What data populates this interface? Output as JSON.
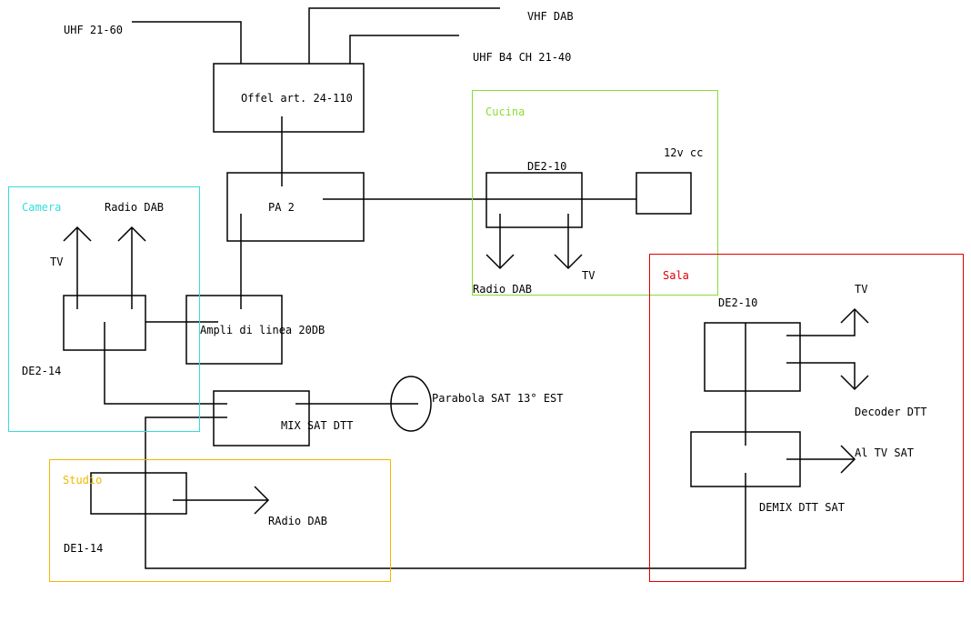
{
  "antennas": {
    "uhf_21_60": "UHF 21-60",
    "vhf_dab": "VHF DAB",
    "uhf_b4": "UHF B4 CH 21-40"
  },
  "components": {
    "offel": "Offel art. 24-110",
    "pa2": "PA 2",
    "ampli": "Ampli di linea 20DB",
    "mix": "MIX SAT DTT",
    "parabola": "Parabola SAT 13° EST",
    "psu": "12v cc"
  },
  "rooms": {
    "camera": {
      "title": "Camera",
      "color": "#33dddd",
      "splitter": "DE2-14",
      "out_tv": "TV",
      "out_radio": "Radio DAB"
    },
    "cucina": {
      "title": "Cucina",
      "color": "#88dd33",
      "splitter": "DE2-10",
      "out_radio": "Radio DAB",
      "out_tv": "TV"
    },
    "studio": {
      "title": "Studio",
      "color": "#f0b800",
      "splitter": "DE1-14",
      "out_radio": "RAdio DAB"
    },
    "sala": {
      "title": "Sala",
      "color": "#dd0000",
      "splitter": "DE2-10",
      "out_tv": "TV",
      "out_decoder": "Decoder DTT",
      "out_tv_sat": "Al TV SAT",
      "demix": "DEMIX DTT SAT"
    }
  }
}
